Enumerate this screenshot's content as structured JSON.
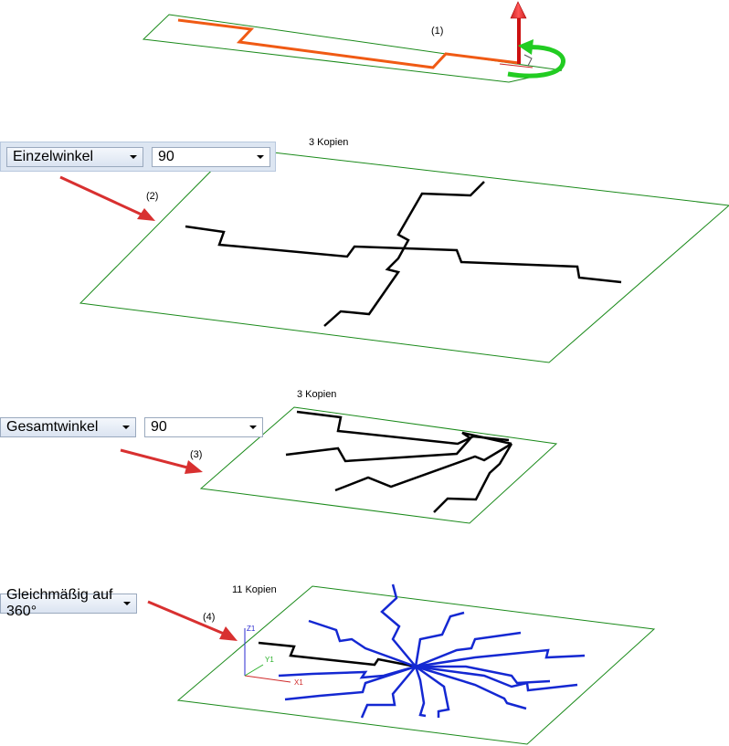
{
  "step1": {
    "label": "(1)"
  },
  "step2": {
    "label": "(2)",
    "copies": "3 Kopien",
    "mode_select": {
      "value": "Einzelwinkel"
    },
    "angle_select": {
      "value": "90"
    }
  },
  "step3": {
    "label": "(3)",
    "copies": "3 Kopien",
    "mode_select": {
      "value": "Gesamtwinkel"
    },
    "angle_select": {
      "value": "90"
    }
  },
  "step4": {
    "label": "(4)",
    "copies": "11 Kopien",
    "mode_select": {
      "value": "Gleichmäßig auf 360°"
    },
    "axes": {
      "x": "X1",
      "y": "Y1",
      "z": "Z1"
    }
  },
  "colors": {
    "plane_border": "#1a8a1a",
    "orange_path": "#f05a14",
    "copy_path": "#000000",
    "blue_path": "#1428d2",
    "arrow_red": "#dd1111",
    "rotate_green": "#22cc22"
  }
}
